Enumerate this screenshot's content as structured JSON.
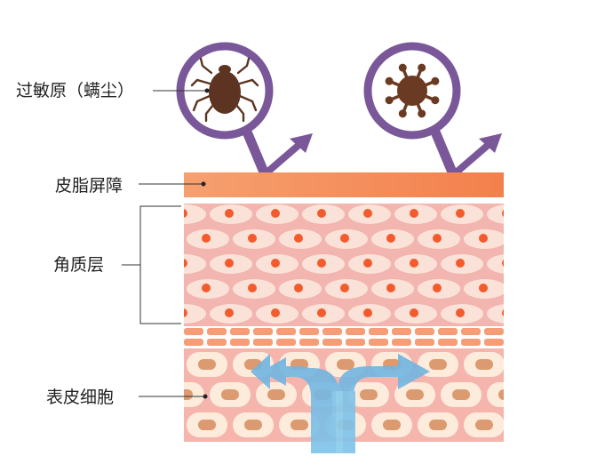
{
  "labels": {
    "allergen": "过敏原（螨尘）",
    "sebum_barrier": "皮脂屏障",
    "stratum_corneum": "角质层",
    "epidermal_cells": "表皮细胞"
  },
  "colors": {
    "lens_ring": "#7a5799",
    "mite": "#5c3421",
    "virus": "#6b3a22",
    "barrier": "#f48a55",
    "corneum_bg": "#f2b5b0",
    "corneum_cell": "#fbe2d8",
    "corneum_nucleus": "#f35a2c",
    "epidermis_bg": "#f5b5ad",
    "epidermis_cell": "#fdebdc",
    "epidermis_nucleus": "#dc9a70",
    "brick": "#f69c77",
    "arrow_blue": "#7bbfe6",
    "leader": "#333333"
  }
}
